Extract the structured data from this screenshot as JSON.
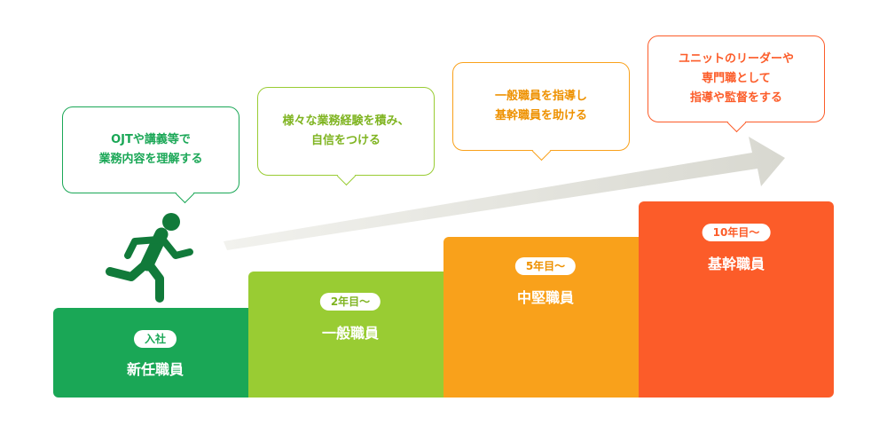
{
  "steps": [
    {
      "badge": "入社",
      "title": "新任職員",
      "color": "#1aa756"
    },
    {
      "badge": "2年目～",
      "title": "一般職員",
      "color": "#99cc33"
    },
    {
      "badge": "5年目～",
      "title": "中堅職員",
      "color": "#f9a11b"
    },
    {
      "badge": "10年目～",
      "title": "基幹職員",
      "color": "#fc5c29"
    }
  ],
  "bubbles": [
    {
      "text": "OJTや講義等で\n業務内容を理解する"
    },
    {
      "text": "様々な業務経験を積み、\n自信をつける"
    },
    {
      "text": "一般職員を指導し\n基幹職員を助ける"
    },
    {
      "text": "ユニットのリーダーや\n専門職として\n指導や監督をする"
    }
  ],
  "icons": {
    "runner": "running-person-icon",
    "progress_arrow": "growth-arrow-icon"
  }
}
